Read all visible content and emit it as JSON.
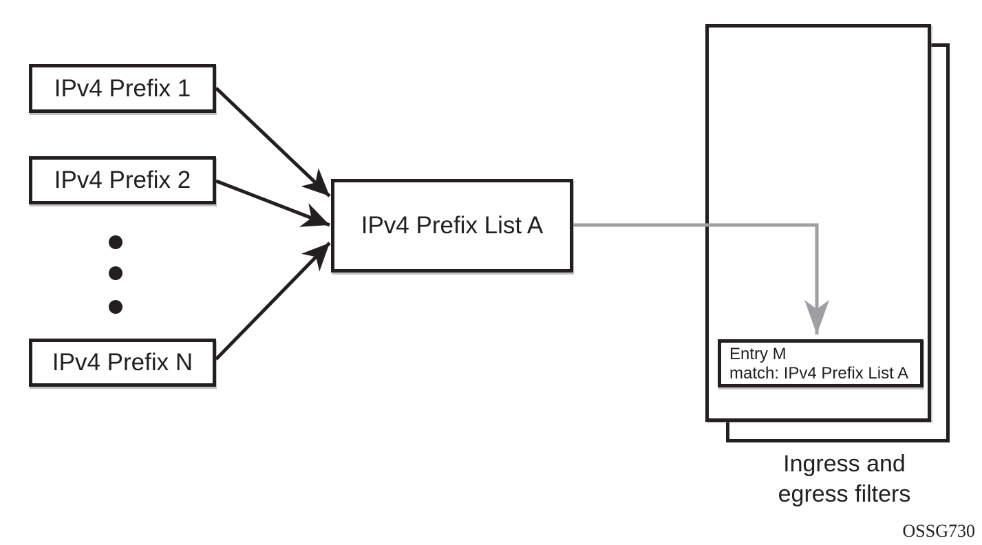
{
  "diagram": {
    "prefix_boxes": [
      {
        "label": "IPv4 Prefix 1"
      },
      {
        "label": "IPv4 Prefix 2"
      },
      {
        "label": "IPv4 Prefix N"
      }
    ],
    "list_box": {
      "label": "IPv4 Prefix List A"
    },
    "entry_box": {
      "line1": "Entry M",
      "line2": "match: IPv4 Prefix List A"
    },
    "filters_label": {
      "line1": "Ingress and",
      "line2": "egress filters"
    },
    "figure_id": "OSSG730",
    "colors": {
      "ink": "#231f20",
      "connector_gray": "#9d9fa2",
      "background": "#ffffff"
    }
  }
}
